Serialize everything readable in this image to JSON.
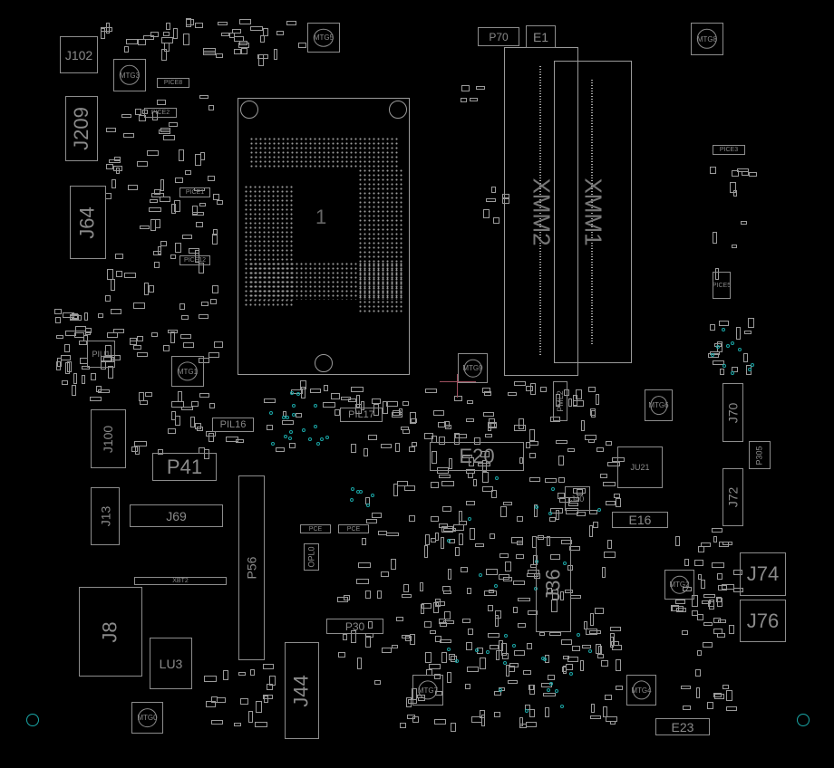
{
  "board": {
    "cpu_socket_label": "1",
    "dimms": [
      "XMM2",
      "XMM1"
    ],
    "connectors": {
      "j102": "J102",
      "j209": "J209",
      "j64": "J64",
      "j100": "J100",
      "j13": "J13",
      "j69": "J69",
      "j8": "J8",
      "j44": "J44",
      "j36": "J36",
      "j74": "J74",
      "j76": "J76",
      "j70": "J70",
      "j72": "J72",
      "p41": "P41",
      "p56": "P56",
      "p30": "P30",
      "p70": "P70",
      "p305": "P305",
      "xbt2": "XBT2"
    },
    "chips": {
      "piu1": "PIU1",
      "lu3": "LU3",
      "u21": "JU21",
      "e20": "E20",
      "e16": "E16",
      "e23": "E23",
      "e1": "E1",
      "pil16": "PIL16",
      "pil17": "PIL17",
      "opl0": "OPL0",
      "j40": "J40",
      "pml2": "PML2"
    },
    "mounting_holes": {
      "mtg0": "MTG0",
      "mtg1": "MTG1",
      "mtg2": "MTG2",
      "mtg3": "MTG3",
      "mtg4": "MTG4",
      "mtg5": "MTG5",
      "mtg6": "MTG6",
      "mtg7": "MTG7",
      "mtg8": "MTG8",
      "mtg9": "MTG9"
    },
    "small_labels": [
      "PICE8",
      "PICE1",
      "PICE12",
      "PICE2",
      "PICE3",
      "PICE5",
      "PCE",
      "PCE"
    ]
  },
  "colors": {
    "background": "#000000",
    "outline": "#9a9a9a",
    "via": "#1aa6a6",
    "cursor": "#a05060"
  }
}
